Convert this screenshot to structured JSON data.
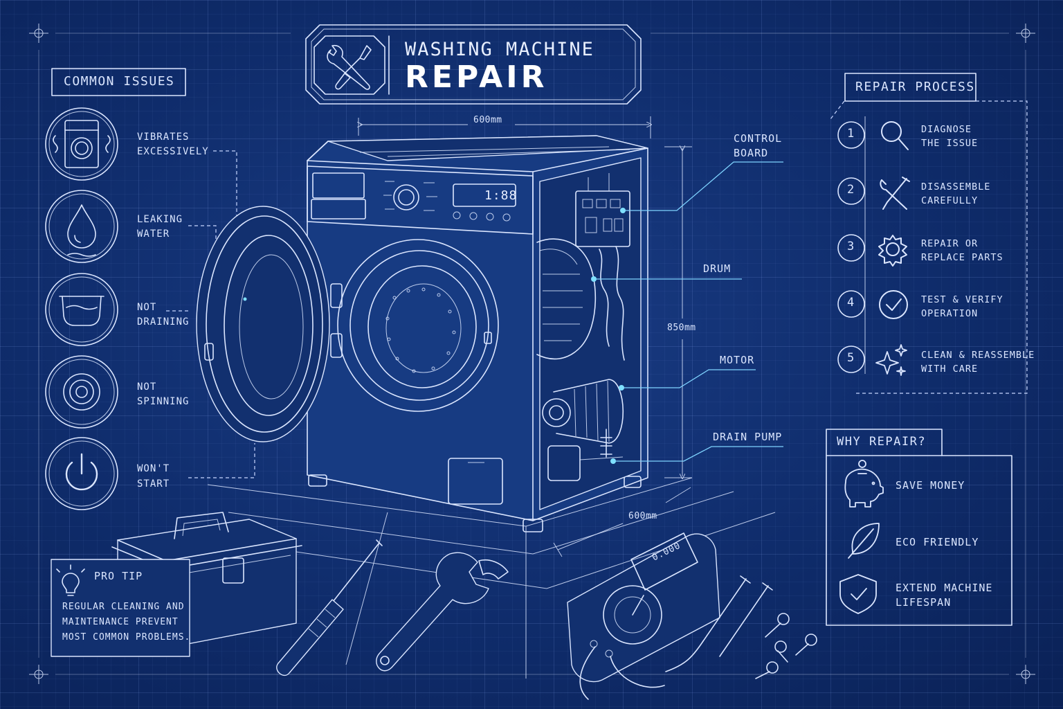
{
  "title": {
    "line1": "WASHING MACHINE",
    "line2": "REPAIR"
  },
  "common_issues": {
    "heading": "COMMON ISSUES",
    "items": [
      {
        "line1": "VIBRATES",
        "line2": "EXCESSIVELY",
        "icon": "vibrating-washer-icon"
      },
      {
        "line1": "LEAKING",
        "line2": "WATER",
        "icon": "water-drop-icon"
      },
      {
        "line1": "NOT",
        "line2": "DRAINING",
        "icon": "basin-icon"
      },
      {
        "line1": "NOT",
        "line2": "SPINNING",
        "icon": "drum-ring-icon"
      },
      {
        "line1": "WON'T",
        "line2": "START",
        "icon": "power-icon"
      }
    ]
  },
  "parts": {
    "control_board": {
      "line1": "CONTROL",
      "line2": "BOARD"
    },
    "drum": "DRUM",
    "motor": "MOTOR",
    "drain_pump": "DRAIN PUMP"
  },
  "dimensions": {
    "width_top": "600mm",
    "height": "850mm",
    "depth": "600mm"
  },
  "display_readout": "1:88",
  "repair_process": {
    "heading": "REPAIR PROCESS",
    "steps": [
      {
        "num": "1",
        "line1": "DIAGNOSE",
        "line2": "THE ISSUE",
        "icon": "magnifier-icon"
      },
      {
        "num": "2",
        "line1": "DISASSEMBLE",
        "line2": "CAREFULLY",
        "icon": "tools-icon"
      },
      {
        "num": "3",
        "line1": "REPAIR OR",
        "line2": "REPLACE PARTS",
        "icon": "gear-icon"
      },
      {
        "num": "4",
        "line1": "TEST & VERIFY",
        "line2": "OPERATION",
        "icon": "checkmark-icon"
      },
      {
        "num": "5",
        "line1": "CLEAN & REASSEMBLE",
        "line2": "WITH CARE",
        "icon": "sparkle-icon"
      }
    ]
  },
  "why_repair": {
    "heading": "WHY REPAIR?",
    "items": [
      {
        "line1": "SAVE MONEY",
        "line2": "",
        "icon": "piggy-bank-icon"
      },
      {
        "line1": "ECO FRIENDLY",
        "line2": "",
        "icon": "leaf-icon"
      },
      {
        "line1": "EXTEND MACHINE",
        "line2": "LIFESPAN",
        "icon": "shield-check-icon"
      }
    ]
  },
  "pro_tip": {
    "heading": "PRO TIP",
    "lines": [
      "REGULAR CLEANING AND",
      "MAINTENANCE PREVENT",
      "MOST COMMON PROBLEMS."
    ]
  },
  "meter_readout": "0.000",
  "colors": {
    "background": "#0f2c6b",
    "line": "#dbe6ff",
    "accent": "#5fc8ff"
  }
}
